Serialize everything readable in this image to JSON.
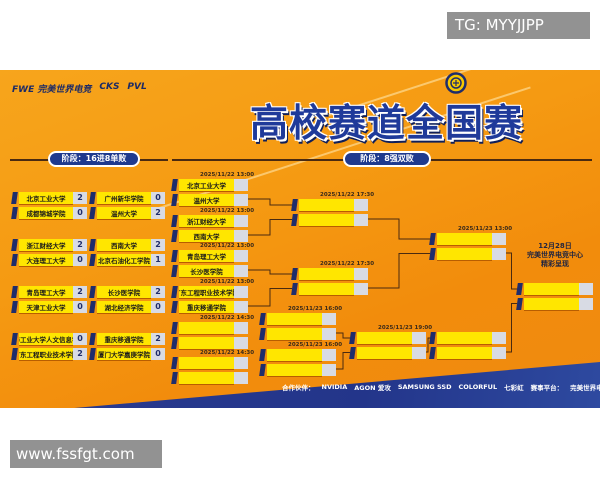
{
  "watermarks": {
    "tg": "TG: MYYJJPP",
    "site": "www.fssfgt.com"
  },
  "poster": {
    "logos": [
      "FWE 完美世界电竞",
      "CKS",
      "PVL"
    ],
    "title": "高校赛道全国赛",
    "stage1_label": "阶段：16进8单败",
    "stage2_label": "阶段：8强双败",
    "colors": {
      "accent_blue": "#1f3a8e",
      "slot_yellow": "#ffe600",
      "background_orange": "#f59a12"
    },
    "stage1_matches": [
      {
        "teams": [
          {
            "name": "北京工业大学",
            "score": "2"
          },
          {
            "name": "成都锦城学院",
            "score": "0"
          }
        ]
      },
      {
        "teams": [
          {
            "name": "广州新华学院",
            "score": "0"
          },
          {
            "name": "温州大学",
            "score": "2"
          }
        ]
      },
      {
        "teams": [
          {
            "name": "浙江财经大学",
            "score": "2"
          },
          {
            "name": "大连理工大学",
            "score": "0"
          }
        ]
      },
      {
        "teams": [
          {
            "name": "西南大学",
            "score": "2"
          },
          {
            "name": "北京石油化工学院",
            "score": "1"
          }
        ]
      },
      {
        "teams": [
          {
            "name": "青岛理工大学",
            "score": "2"
          },
          {
            "name": "天津工业大学",
            "score": "0"
          }
        ]
      },
      {
        "teams": [
          {
            "name": "长沙医学院",
            "score": "2"
          },
          {
            "name": "湖北经济学院",
            "score": "0"
          }
        ]
      },
      {
        "teams": [
          {
            "name": "长春工业大学人文信息学院",
            "score": "0"
          },
          {
            "name": "广东工程职业技术学院",
            "score": "2"
          }
        ]
      },
      {
        "teams": [
          {
            "name": "重庆移通学院",
            "score": "2"
          },
          {
            "name": "厦门大学嘉庚学院",
            "score": "0"
          }
        ]
      }
    ],
    "stage2_matches": [
      {
        "round": "upper-qf",
        "date": "2025/11/22 13:00",
        "teams": [
          "北京工业大学",
          "温州大学"
        ]
      },
      {
        "round": "upper-qf",
        "date": "2025/11/22 13:00",
        "teams": [
          "浙江财经大学",
          "西南大学"
        ]
      },
      {
        "round": "upper-qf",
        "date": "2025/11/22 13:00",
        "teams": [
          "青岛理工大学",
          "长沙医学院"
        ]
      },
      {
        "round": "upper-qf",
        "date": "2025/11/22 13:00",
        "teams": [
          "广东工程职业技术学院",
          "重庆移通学院"
        ]
      },
      {
        "round": "lower-r1",
        "date": "2025/11/22 14:30",
        "teams": [
          "",
          ""
        ]
      },
      {
        "round": "lower-r1",
        "date": "2025/11/22 14:30",
        "teams": [
          "",
          ""
        ]
      },
      {
        "round": "upper-sf",
        "date": "2025/11/22 17:30",
        "teams": [
          "",
          ""
        ]
      },
      {
        "round": "upper-sf",
        "date": "2025/11/22 17:30",
        "teams": [
          "",
          ""
        ]
      },
      {
        "round": "lower-r2",
        "date": "2025/11/23 16:00",
        "teams": [
          "",
          ""
        ]
      },
      {
        "round": "lower-r2",
        "date": "2025/11/23 16:00",
        "teams": [
          "",
          ""
        ]
      },
      {
        "round": "lower-r3",
        "date": "2025/11/23 19:00",
        "teams": [
          "",
          ""
        ]
      },
      {
        "round": "lower-final",
        "date": "",
        "teams": [
          "",
          ""
        ]
      },
      {
        "round": "upper-final",
        "date": "2025/11/23 13:00",
        "teams": [
          "",
          ""
        ]
      },
      {
        "round": "grand-final",
        "date": "",
        "teams": [
          "",
          ""
        ]
      }
    ],
    "final_info": [
      "12月28日",
      "完美世界电竞中心",
      "精彩呈现"
    ],
    "sponsors": [
      "合作伙伴：",
      "NVIDIA",
      "AGON 爱攻",
      "SAMSUNG SSD",
      "COLORFUL",
      "七彩虹",
      "赛事平台：",
      "完美世界电竞平台"
    ]
  }
}
